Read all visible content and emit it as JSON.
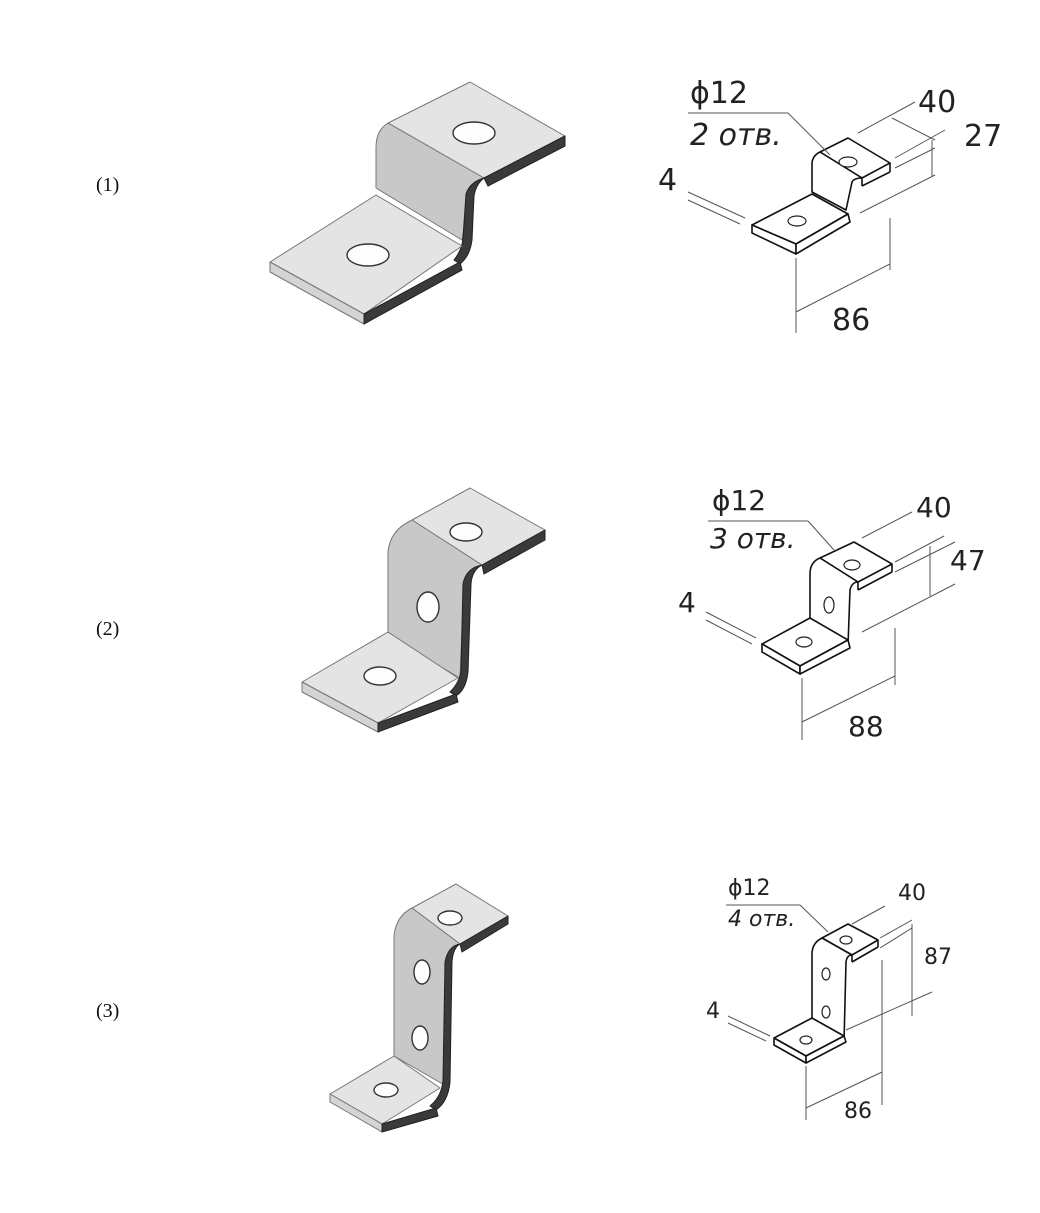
{
  "variants": [
    {
      "label": "(1)",
      "hole_diameter": "ϕ12",
      "hole_count": "2 отв.",
      "thickness": "4",
      "width": "40",
      "height": "27",
      "length": "86"
    },
    {
      "label": "(2)",
      "hole_diameter": "ϕ12",
      "hole_count": "3 отв.",
      "thickness": "4",
      "width": "40",
      "height": "47",
      "length": "88"
    },
    {
      "label": "(3)",
      "hole_diameter": "ϕ12",
      "hole_count": "4 отв.",
      "thickness": "4",
      "width": "40",
      "height": "87",
      "length": "86"
    }
  ]
}
